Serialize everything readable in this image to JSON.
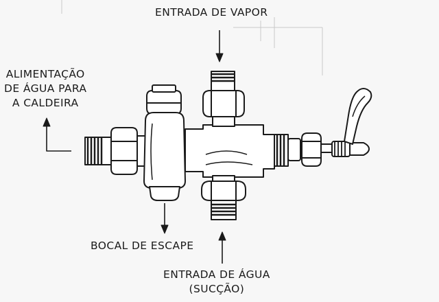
{
  "labels": {
    "steam_inlet": "ENTRADA DE VAPOR",
    "boiler_feed": [
      "ALIMENTAÇÃO",
      "DE ÁGUA PARA",
      "A CALDEIRA"
    ],
    "exhaust_nozzle": "BOCAL DE ESCAPE",
    "water_inlet": [
      "ENTRADA DE ÁGUA",
      "(SUCÇÃO)"
    ]
  },
  "colors": {
    "ink": "#1a1a1a",
    "paper": "#f7f7f7",
    "metal": "#ffffff"
  }
}
